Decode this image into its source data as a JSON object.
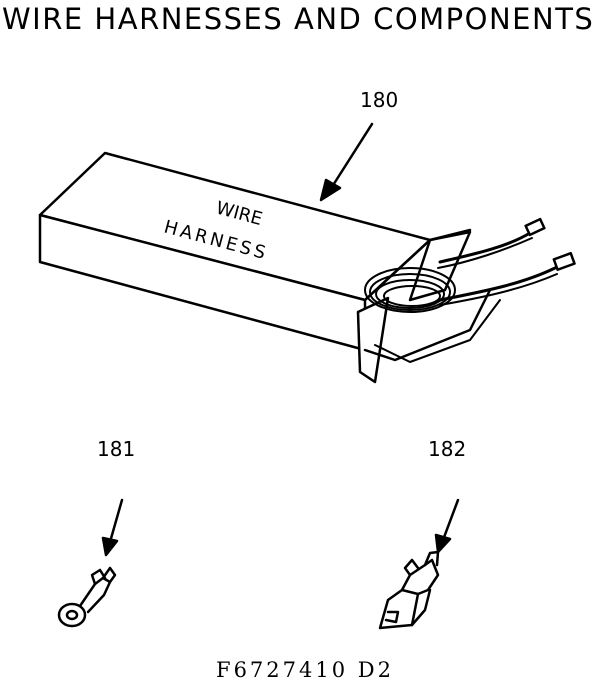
{
  "title": "WIRE   HARNESSES AND  COMPONENTS",
  "parts": [
    {
      "number": "180",
      "name": "wire harness",
      "box_text": [
        "WIRE",
        "HARNESS"
      ]
    },
    {
      "number": "181",
      "name": "ring terminal"
    },
    {
      "number": "182",
      "name": "spade terminal"
    }
  ],
  "drawing_code": "F6727410 D2"
}
